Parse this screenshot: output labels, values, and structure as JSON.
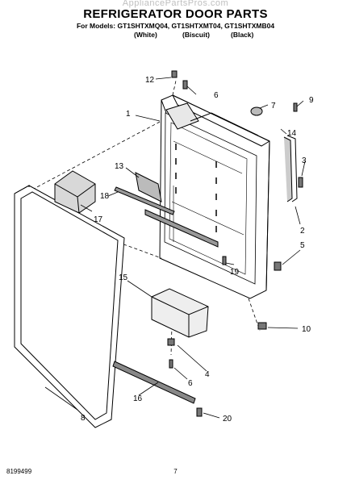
{
  "header": {
    "watermark": "AppliancePartsPros.com",
    "title": "REFRIGERATOR DOOR PARTS",
    "models_line": "For Models: GT1SHTXMQ04, GT1SHTXMT04, GT1SHTXMB04",
    "colors": [
      "(White)",
      "(Biscuit)",
      "(Black)"
    ]
  },
  "callouts": {
    "c1": "1",
    "c2": "2",
    "c3": "3",
    "c4": "4",
    "c5": "5",
    "c6a": "6",
    "c6b": "6",
    "c7": "7",
    "c8": "8",
    "c9": "9",
    "c10": "10",
    "c12": "12",
    "c13": "13",
    "c14": "14",
    "c15": "15",
    "c16": "16",
    "c17": "17",
    "c18": "18",
    "c19": "19",
    "c20": "20"
  },
  "footer": {
    "doc_number": "8199499",
    "page_number": "7"
  }
}
